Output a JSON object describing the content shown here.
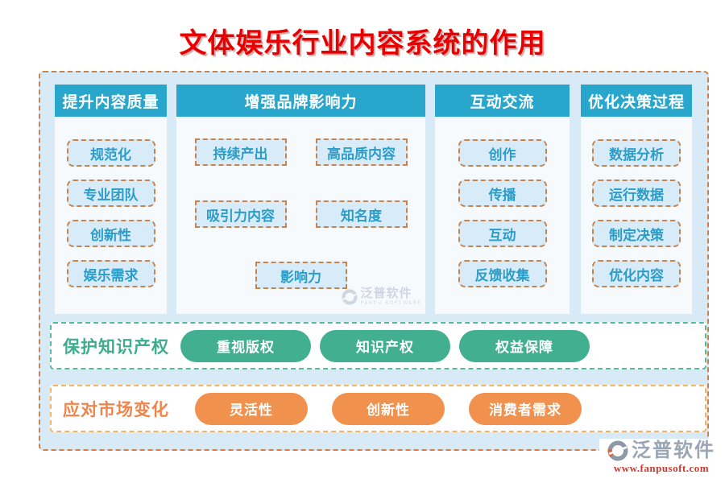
{
  "title": "文体娱乐行业内容系统的作用",
  "columns": [
    {
      "header": "提升内容质量",
      "items": [
        "规范化",
        "专业团队",
        "创新性",
        "娱乐需求"
      ]
    },
    {
      "header": "增强品牌影响力",
      "rows": [
        [
          "持续产出",
          "高品质内容"
        ],
        [
          "吸引力内容",
          "知名度"
        ],
        [
          "影响力"
        ]
      ]
    },
    {
      "header": "互动交流",
      "items": [
        "创作",
        "传播",
        "互动",
        "反馈收集"
      ]
    },
    {
      "header": "优化决策过程",
      "items": [
        "数据分析",
        "运行数据",
        "制定决策",
        "优化内容"
      ]
    }
  ],
  "bands": [
    {
      "label": "保护知识产权",
      "pills": [
        "重视版权",
        "知识产权",
        "权益保障"
      ]
    },
    {
      "label": "应对市场变化",
      "pills": [
        "灵活性",
        "创新性",
        "消费者需求"
      ]
    }
  ],
  "watermark": {
    "brand": "泛普软件",
    "subtext": "FANPU SOFTWARE"
  },
  "footer": {
    "brand": "泛普软件",
    "url": "www.fanpusoft.com"
  },
  "colors": {
    "title": "#e60000",
    "panel-bg": "#d9eaf7",
    "panel-border": "#c9834f",
    "header-bg": "#29a6cb",
    "col-bg": "#f6fafd",
    "node-bg": "#d7ebf9",
    "node-border": "#c9834f",
    "node-text": "#2b9dc8",
    "band-green-border": "#53bb9e",
    "green-label": "#3cad8e",
    "green-pill": "#41af90",
    "band-orange-border": "#f6b35f",
    "orange-label": "#f0854c",
    "orange-pill": "#f0914d",
    "footer-brand": "#9aa6b6",
    "footer-url": "#cc3a2e",
    "watermark": "#7d90a9"
  }
}
